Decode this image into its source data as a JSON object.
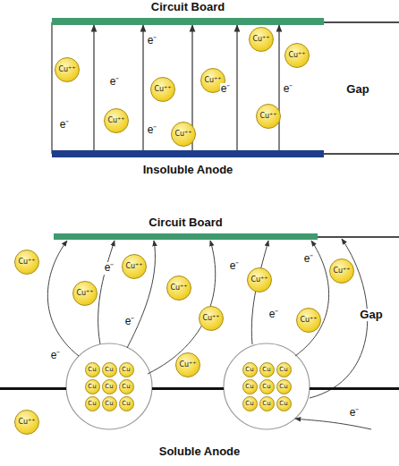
{
  "diagram": {
    "nodes": [
      {
        "text": [
          "Circuit Board"
        ]
      },
      {
        "text": [
          "Cu⁺⁺"
        ]
      },
      {
        "text": [
          "Cu⁺⁺"
        ]
      },
      {
        "text": [
          "Cu⁺⁺"
        ]
      },
      {
        "text": [
          "Cu⁺⁺"
        ]
      },
      {
        "text": [
          "Cu⁺⁺"
        ]
      },
      {
        "text": [
          "Cu⁺⁺"
        ]
      },
      {
        "text": [
          "Cu⁺⁺"
        ]
      },
      {
        "text": [
          "Cu⁺⁺"
        ]
      },
      {
        "text": [
          "Insoluble Anode"
        ]
      },
      {
        "text": [
          "Circuit Board"
        ]
      },
      {
        "text": [
          "Cu⁺⁺"
        ]
      },
      {
        "text": [
          "Cu⁺⁺"
        ]
      },
      {
        "text": [
          "Cu⁺⁺"
        ]
      },
      {
        "text": [
          "Cu⁺⁺"
        ]
      },
      {
        "text": [
          "Cu⁺⁺"
        ]
      },
      {
        "text": [
          "Cu⁺⁺"
        ]
      },
      {
        "text": [
          "Cu⁺⁺"
        ]
      },
      {
        "text": [
          "Cu⁺⁺"
        ]
      },
      {
        "text": [
          "Cu⁺⁺"
        ]
      },
      {
        "text": [
          "Cu⁺⁺"
        ]
      },
      {
        "text": [
          "Cu"
        ]
      },
      {
        "text": [
          "Cu"
        ]
      },
      {
        "text": [
          "Cu"
        ]
      },
      {
        "text": [
          "Cu"
        ]
      },
      {
        "text": [
          "Cu"
        ]
      },
      {
        "text": [
          "Cu"
        ]
      },
      {
        "text": [
          "Cu"
        ]
      },
      {
        "text": [
          "Cu"
        ]
      },
      {
        "text": [
          "Cu"
        ]
      },
      {
        "text": [
          "Cu"
        ]
      },
      {
        "text": [
          "Cu"
        ]
      },
      {
        "text": [
          "Cu"
        ]
      },
      {
        "text": [
          "Cu"
        ]
      },
      {
        "text": [
          "Cu"
        ]
      },
      {
        "text": [
          "Cu"
        ]
      },
      {
        "text": [
          "Cu"
        ]
      },
      {
        "text": [
          "Cu"
        ]
      },
      {
        "text": [
          "Cu"
        ]
      },
      {
        "text": [
          "Soluble Anode"
        ]
      }
    ],
    "edges": [
      {
        "from": 9,
        "to": 0,
        "arrow": "to"
      },
      {
        "from": 9,
        "to": 0,
        "arrow": "to"
      },
      {
        "from": 9,
        "to": 0,
        "arrow": "to"
      },
      {
        "from": 9,
        "to": 0,
        "arrow": "to"
      },
      {
        "from": 9,
        "to": 0,
        "arrow": "to"
      }
    ],
    "labels": [
      "e⁻",
      "e⁻",
      "e⁻",
      "e⁻",
      "e⁻",
      "e⁻",
      "Gap",
      "e⁻",
      "e⁻",
      "e⁻",
      "e⁻",
      "e⁻",
      "e⁻",
      "e⁻",
      "Gap"
    ]
  }
}
